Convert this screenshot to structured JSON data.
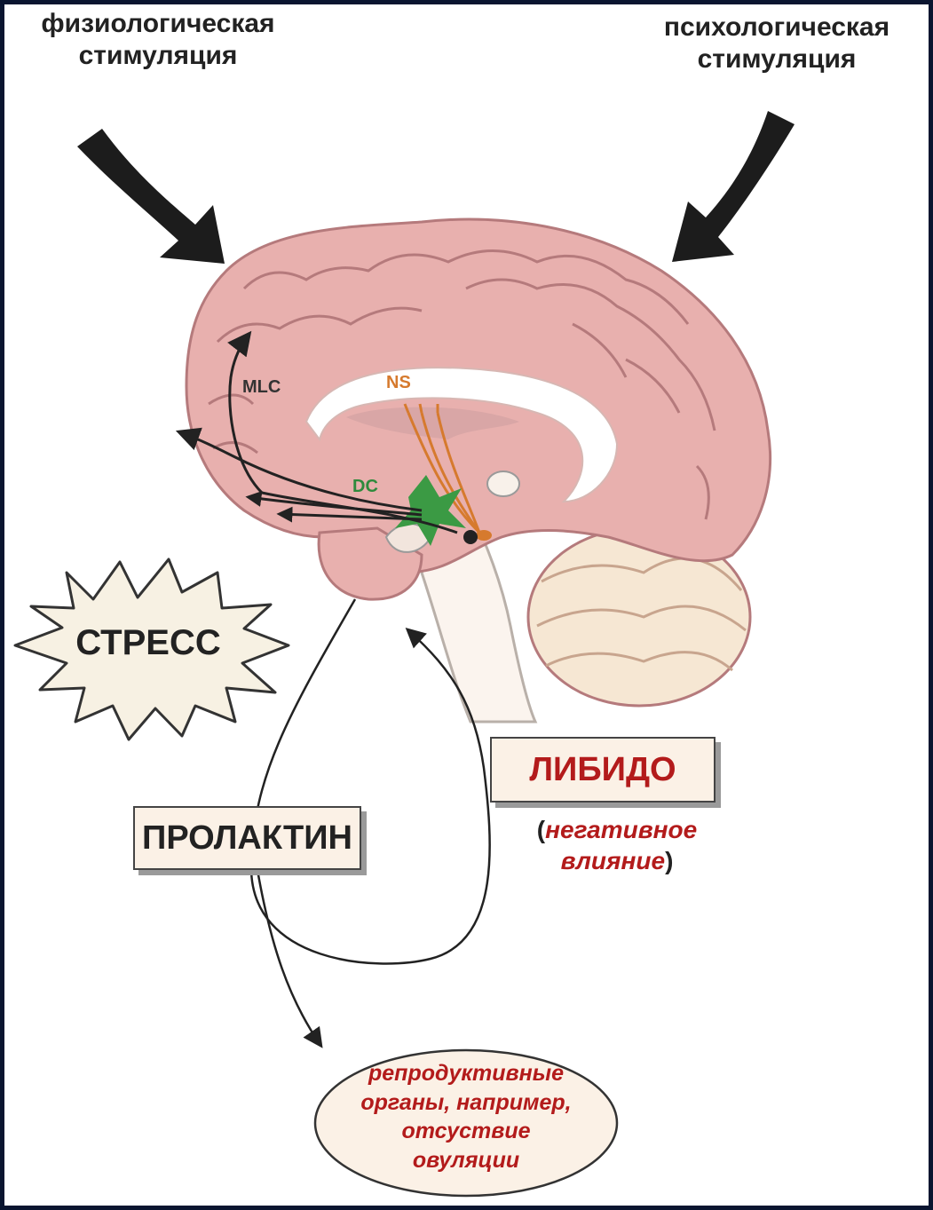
{
  "labels": {
    "physiological_stimulation": "физиологическая\nстимуляция",
    "psychological_stimulation": "психологическая\nстимуляция",
    "stress": "СТРЕСС",
    "libido": "ЛИБИДО",
    "negative_open": "(",
    "negative_effect": "негативное\nвлияние",
    "negative_close": ")",
    "prolactin": "ПРОЛАКТИН",
    "reproductive_organs": "репродуктивные\nорганы, например,\nотсуствие\nовуляции"
  },
  "brain_regions": {
    "mlc": "MLC",
    "ns": "NS",
    "dc": "DC"
  },
  "colors": {
    "brain_fill": "#e8b0ae",
    "brain_outline": "#b57a7c",
    "label_red": "#b31b1b",
    "ns_orange": "#d67a2e",
    "dc_green": "#2e8a3c",
    "box_fill": "#fbf1e6",
    "frame": "#0a1530"
  },
  "icons": [
    "arrow-down-right-icon",
    "arrow-down-left-icon",
    "burst-shape"
  ]
}
